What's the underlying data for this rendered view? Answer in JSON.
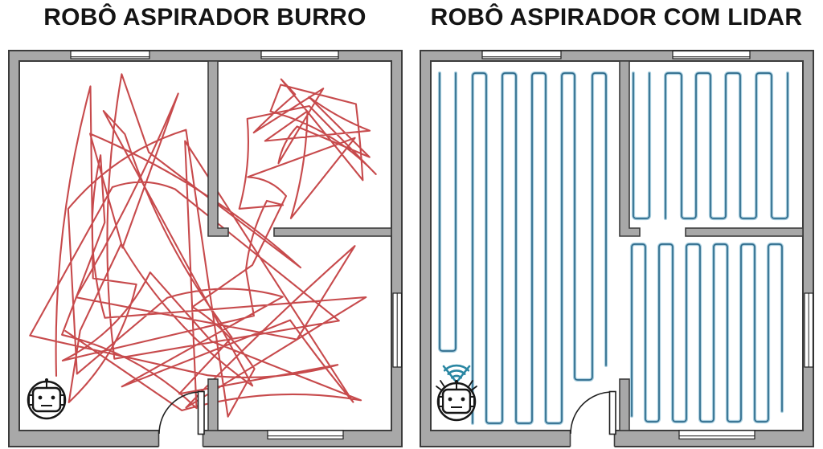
{
  "page": {
    "background": "#ffffff",
    "title_color": "#141414"
  },
  "left_panel": {
    "title": "ROBÔ ASPIRADOR BURRO",
    "path_color": "#c23b3d",
    "robot_icon": "robot-face"
  },
  "right_panel": {
    "title": "ROBÔ ASPIRADOR COM LIDAR",
    "path_color_core": "#2e6b8c",
    "path_color_halo": "#aacfdf",
    "lidar_color": "#2b87a3",
    "robot_icon": "robot-face-with-lidar"
  },
  "floorplan": {
    "wall_fill": "#a8a8a8",
    "wall_stroke": "#3c3c3c",
    "detail_stroke": "#1f1f1f",
    "floor": "#ffffff",
    "robot_stroke": "#161616"
  }
}
